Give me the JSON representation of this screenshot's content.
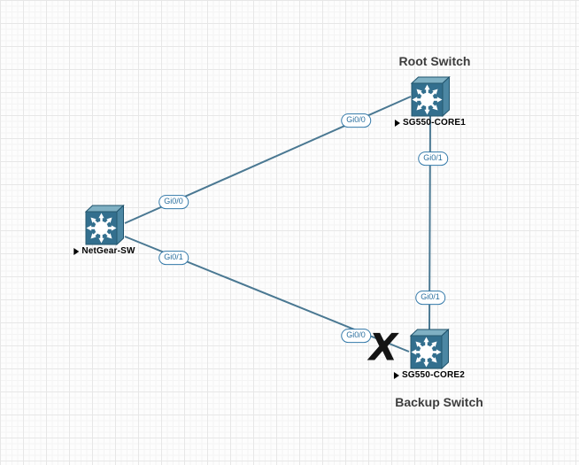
{
  "devices": [
    {
      "name": "NetGear-SW",
      "status_icon": "play-triangle"
    },
    {
      "name": "SG550-CORE1",
      "status_icon": "play-triangle",
      "annotation": "Root Switch"
    },
    {
      "name": "SG550-CORE2",
      "status_icon": "play-triangle",
      "annotation": "Backup Switch"
    }
  ],
  "links": [
    {
      "from": "NetGear-SW",
      "from_port": "Gi0/0",
      "to": "SG550-CORE1",
      "to_port": "Gi0/0",
      "blocked": false
    },
    {
      "from": "SG550-CORE1",
      "from_port": "Gi0/1",
      "to": "SG550-CORE2",
      "to_port": "Gi0/1",
      "blocked": false
    },
    {
      "from": "NetGear-SW",
      "from_port": "Gi0/1",
      "to": "SG550-CORE2",
      "to_port": "Gi0/0",
      "blocked": true
    }
  ],
  "port_labels": [
    {
      "text": "Gi0/0"
    },
    {
      "text": "Gi0/0"
    },
    {
      "text": "Gi0/1"
    },
    {
      "text": "Gi0/1"
    },
    {
      "text": "Gi0/0"
    },
    {
      "text": "Gi0/1"
    }
  ],
  "blocked_marker": {
    "text": "X"
  },
  "colors": {
    "link": "#4a7892",
    "port_label_text": "#2b6f9e",
    "port_label_border": "#3379a9",
    "icon_front": "#336f8e",
    "icon_top": "#7fb0c3",
    "icon_side": "#4c87a3",
    "annotation_text": "#3d3d3d",
    "device_label_text": "#000000",
    "grid_major": "#e7e7e7",
    "grid_minor": "#f4f4f4"
  }
}
